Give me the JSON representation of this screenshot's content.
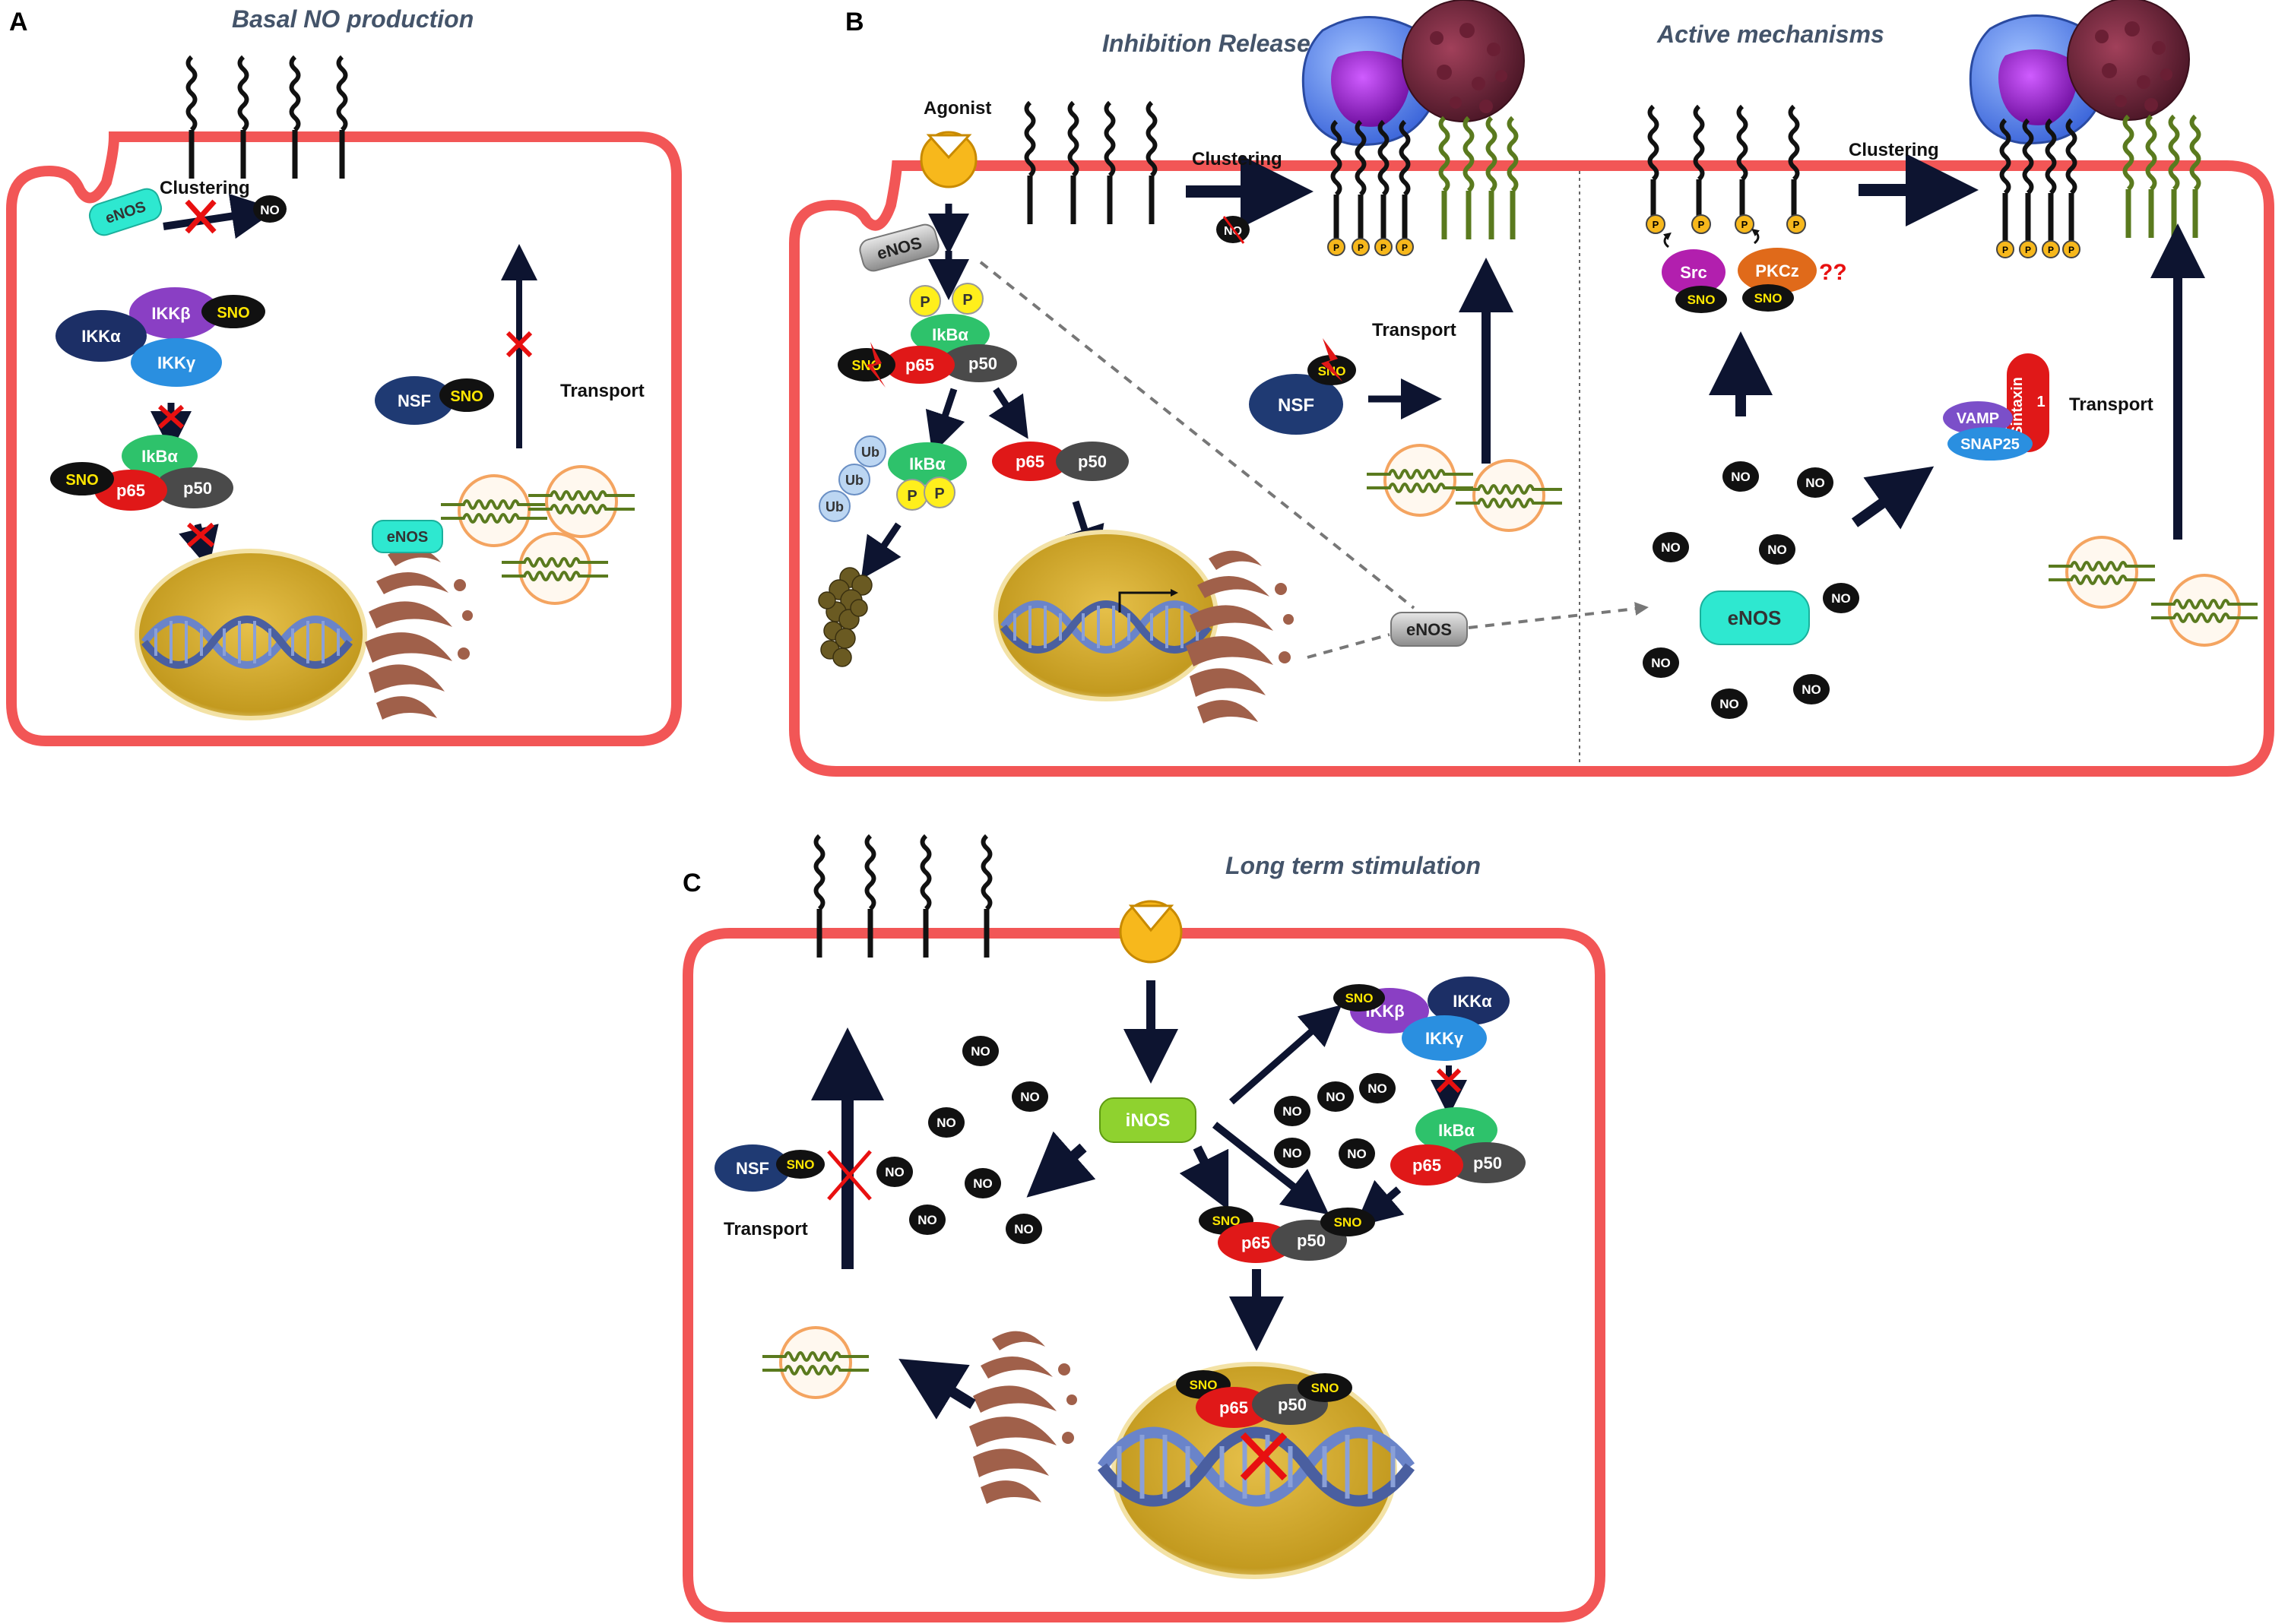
{
  "panels": {
    "a": {
      "letter": "A",
      "title": "Basal NO production"
    },
    "b": {
      "letter": "B",
      "title_left": "Inhibition Release",
      "title_right": "Active mechanisms"
    },
    "c": {
      "letter": "C",
      "title": "Long  term stimulation"
    }
  },
  "labels": {
    "clustering": "Clustering",
    "transport": "Transport",
    "agonist": "Agonist",
    "question": "??"
  },
  "molecules": {
    "enos": "eNOS",
    "inos": "iNOS",
    "no": "NO",
    "sno": "SNO",
    "nsf": "NSF",
    "ikka": "IKKα",
    "ikkb": "IKKβ",
    "ikky": "IKKγ",
    "ikba": "IkBα",
    "p65": "p65",
    "p50": "p50",
    "p": "P",
    "ub": "Ub",
    "src": "Src",
    "pkcz": "PKCz",
    "vamp": "VAMP",
    "snap25": "SNAP25",
    "sintaxin": "Sintaxin",
    "sintaxin_num": "1"
  },
  "colors": {
    "membrane": "#f25656",
    "enos": "#2ee8d0",
    "nsf": "#1f3a73",
    "sno_fill": "#111111",
    "sno_text": "#ffe600",
    "ikka": "#1c2f66",
    "ikkb": "#8a3fc4",
    "ikky": "#2a8fe0",
    "ikba": "#2ec26b",
    "p65": "#e01818",
    "p50": "#4a4a4a",
    "phospho": "#ffef1c",
    "nucleus": "#c9a22a",
    "golgi": "#a0604a",
    "vesicle": "#f4a460",
    "receptor_black": "#111111",
    "receptor_green": "#5a7a1e",
    "title": "#44546a",
    "inhibit": "#e81010",
    "arrow": "#0d1430",
    "src": "#b21fae",
    "pkcz": "#e06a1a",
    "vamp": "#7b4fc9",
    "snap25": "#2a8fe0",
    "inos": "#8fd22f",
    "agonist": "#f7b81c"
  }
}
